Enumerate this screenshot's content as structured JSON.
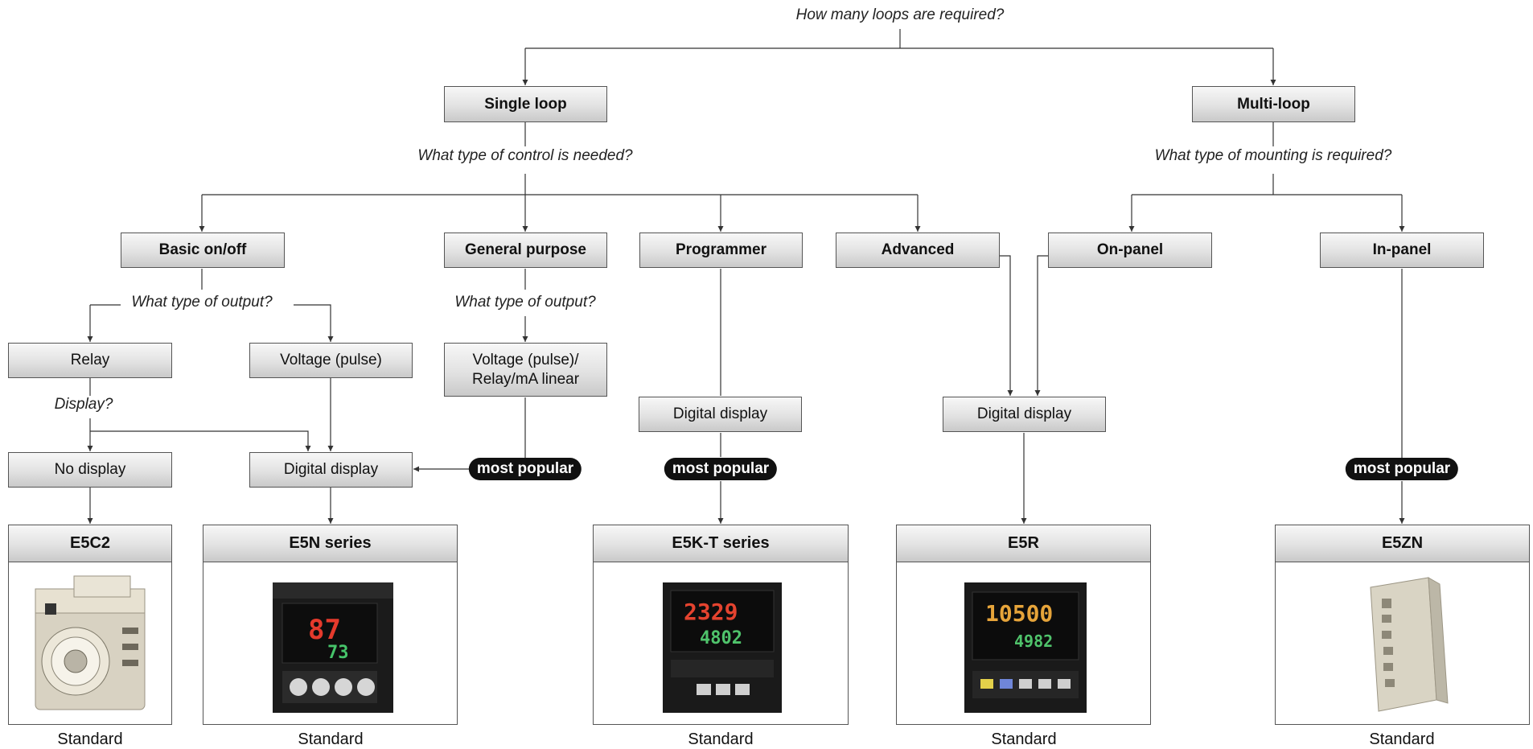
{
  "questions": {
    "loops": "How many loops are required?",
    "control": "What type of control is needed?",
    "mounting": "What type of mounting is required?",
    "output_basic": "What type of output?",
    "output_general": "What type of output?",
    "display": "Display?"
  },
  "level1": {
    "single": "Single loop",
    "multi": "Multi-loop"
  },
  "control_types": {
    "basic": "Basic on/off",
    "general": "General purpose",
    "programmer": "Programmer",
    "advanced": "Advanced"
  },
  "mounting_types": {
    "on_panel": "On-panel",
    "in_panel": "In-panel"
  },
  "outputs": {
    "relay": "Relay",
    "voltage_pulse": "Voltage (pulse)",
    "voltage_relay_ma": "Voltage (pulse)/ Relay/mA linear"
  },
  "displays": {
    "no_display": "No display",
    "digital_basic": "Digital display",
    "digital_programmer": "Digital display",
    "digital_advanced": "Digital display"
  },
  "badges": {
    "general": "most popular",
    "programmer": "most popular",
    "in_panel": "most popular"
  },
  "products": [
    {
      "id": "e5c2",
      "name": "E5C2",
      "label": "Standard"
    },
    {
      "id": "e5n",
      "name": "E5N series",
      "label": "Standard"
    },
    {
      "id": "e5kt",
      "name": "E5K-T series",
      "label": "Standard"
    },
    {
      "id": "e5r",
      "name": "E5R",
      "label": "Standard"
    },
    {
      "id": "e5zn",
      "name": "E5ZN",
      "label": "Standard"
    }
  ],
  "colors": {
    "line": "#333333",
    "box_border": "#555555",
    "badge": "#111111"
  }
}
